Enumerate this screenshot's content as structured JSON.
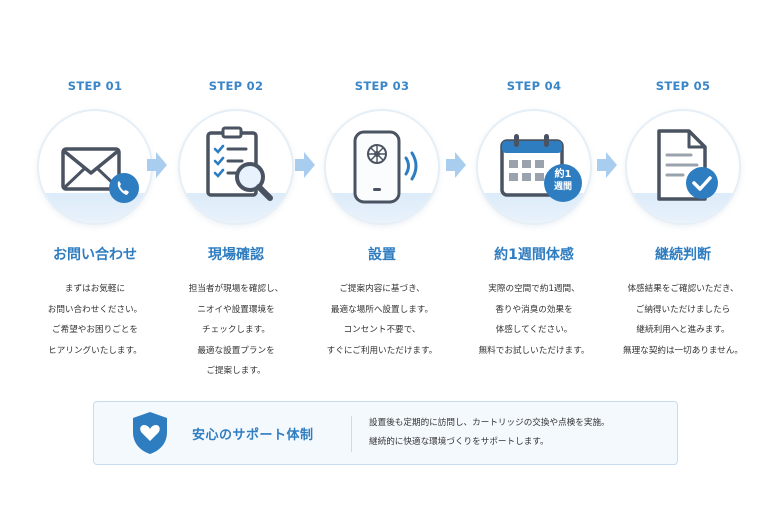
{
  "steps": [
    {
      "label": "STEP 01",
      "icon": "envelope-phone-icon",
      "title": "お問い合わせ",
      "desc": [
        "まずはお気軽に",
        "お問い合わせください。",
        "ご希望やお困りごとを",
        "ヒアリングいたします。"
      ]
    },
    {
      "label": "STEP 02",
      "icon": "clipboard-magnifier-icon",
      "title": "現場確認",
      "desc": [
        "担当者が現場を確認し、",
        "ニオイや設置環境を",
        "チェックします。",
        "最適な設置プランを",
        "ご提案します。"
      ]
    },
    {
      "label": "STEP 03",
      "icon": "device-wireless-icon",
      "title": "設置",
      "desc": [
        "ご提案内容に基づき、",
        "最適な場所へ設置します。",
        "コンセント不要で、",
        "すぐにご利用いただけます。"
      ]
    },
    {
      "label": "STEP 04",
      "icon": "calendar-icon",
      "title": "約1週間体感",
      "badge": [
        "約1",
        "週間"
      ],
      "desc": [
        "実際の空間で約1週間、",
        "香りや消臭の効果を",
        "体感してください。",
        "無料でお試しいただけます。"
      ]
    },
    {
      "label": "STEP 05",
      "icon": "document-check-icon",
      "title": "継続判断",
      "desc": [
        "体感結果をご確認いただき、",
        "ご納得いただけましたら",
        "継続利用へと進みます。",
        "無理な契約は一切ありません。"
      ]
    }
  ],
  "banner": {
    "icon": "shield-heart-icon",
    "title": "安心のサポート体制",
    "lines": [
      "設置後も定期的に訪問し、カートリッジの交換や点検を実施。",
      "継続的に快適な環境づくりをサポートします。"
    ]
  },
  "colors": {
    "accent": "#2f7dc1",
    "light": "#dcebfa",
    "arrow": "#a9cdee",
    "icon": "#4a5361"
  }
}
